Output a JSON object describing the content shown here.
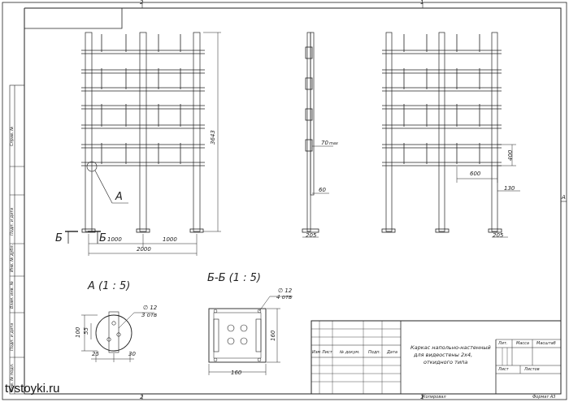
{
  "sheet": {
    "zone_numbers": {
      "top_left": "2",
      "top_right": "1",
      "bottom_left": "2",
      "bottom_right": "1",
      "right_side": "A"
    },
    "side_stamps": [
      "Справ. №",
      "Подп. и дата",
      "Инв. № дубл.",
      "Взам. инв. №",
      "Подп. и дата",
      "Инв. № подл."
    ],
    "bottom_labels": {
      "copied": "Копировал",
      "format": "Формат  А3"
    }
  },
  "front_view": {
    "height_dim": "3643",
    "spacing_left": "1000",
    "spacing_right": "1000",
    "total_width": "2000",
    "callout_A": "А",
    "section_left": "Б",
    "section_right": "Б"
  },
  "side_view": {
    "dim_70": "70",
    "dim_70_note": "max",
    "dim_60": "60",
    "dim_205": "205"
  },
  "rear_view": {
    "dim_400": "400",
    "dim_600": "600",
    "dim_130": "130",
    "dim_205": "205"
  },
  "detail_A": {
    "title": "А (1 : 5)",
    "hole_note_1": "∅ 12",
    "hole_note_2": "3 отв",
    "dim_100": "100",
    "dim_55": "55",
    "dim_25": "25",
    "dim_30": "30"
  },
  "detail_B": {
    "title": "Б-Б (1 : 5)",
    "hole_note_1": "∅ 12",
    "hole_note_2": "4 отв",
    "dim_160_v": "160",
    "dim_160_h": "160"
  },
  "title_block": {
    "description": [
      "Каркас напольно-настенный",
      "для видеостены 2х4,",
      "откидного типа"
    ],
    "revision_headers": [
      "Изм",
      "Лист",
      "№ докум.",
      "Подп.",
      "Дата"
    ],
    "lit": "Лит.",
    "mass": "Масса",
    "scale": "Масштаб",
    "sheet": "Лист",
    "sheets": "Листов"
  },
  "watermark": "tvstoyki.ru"
}
